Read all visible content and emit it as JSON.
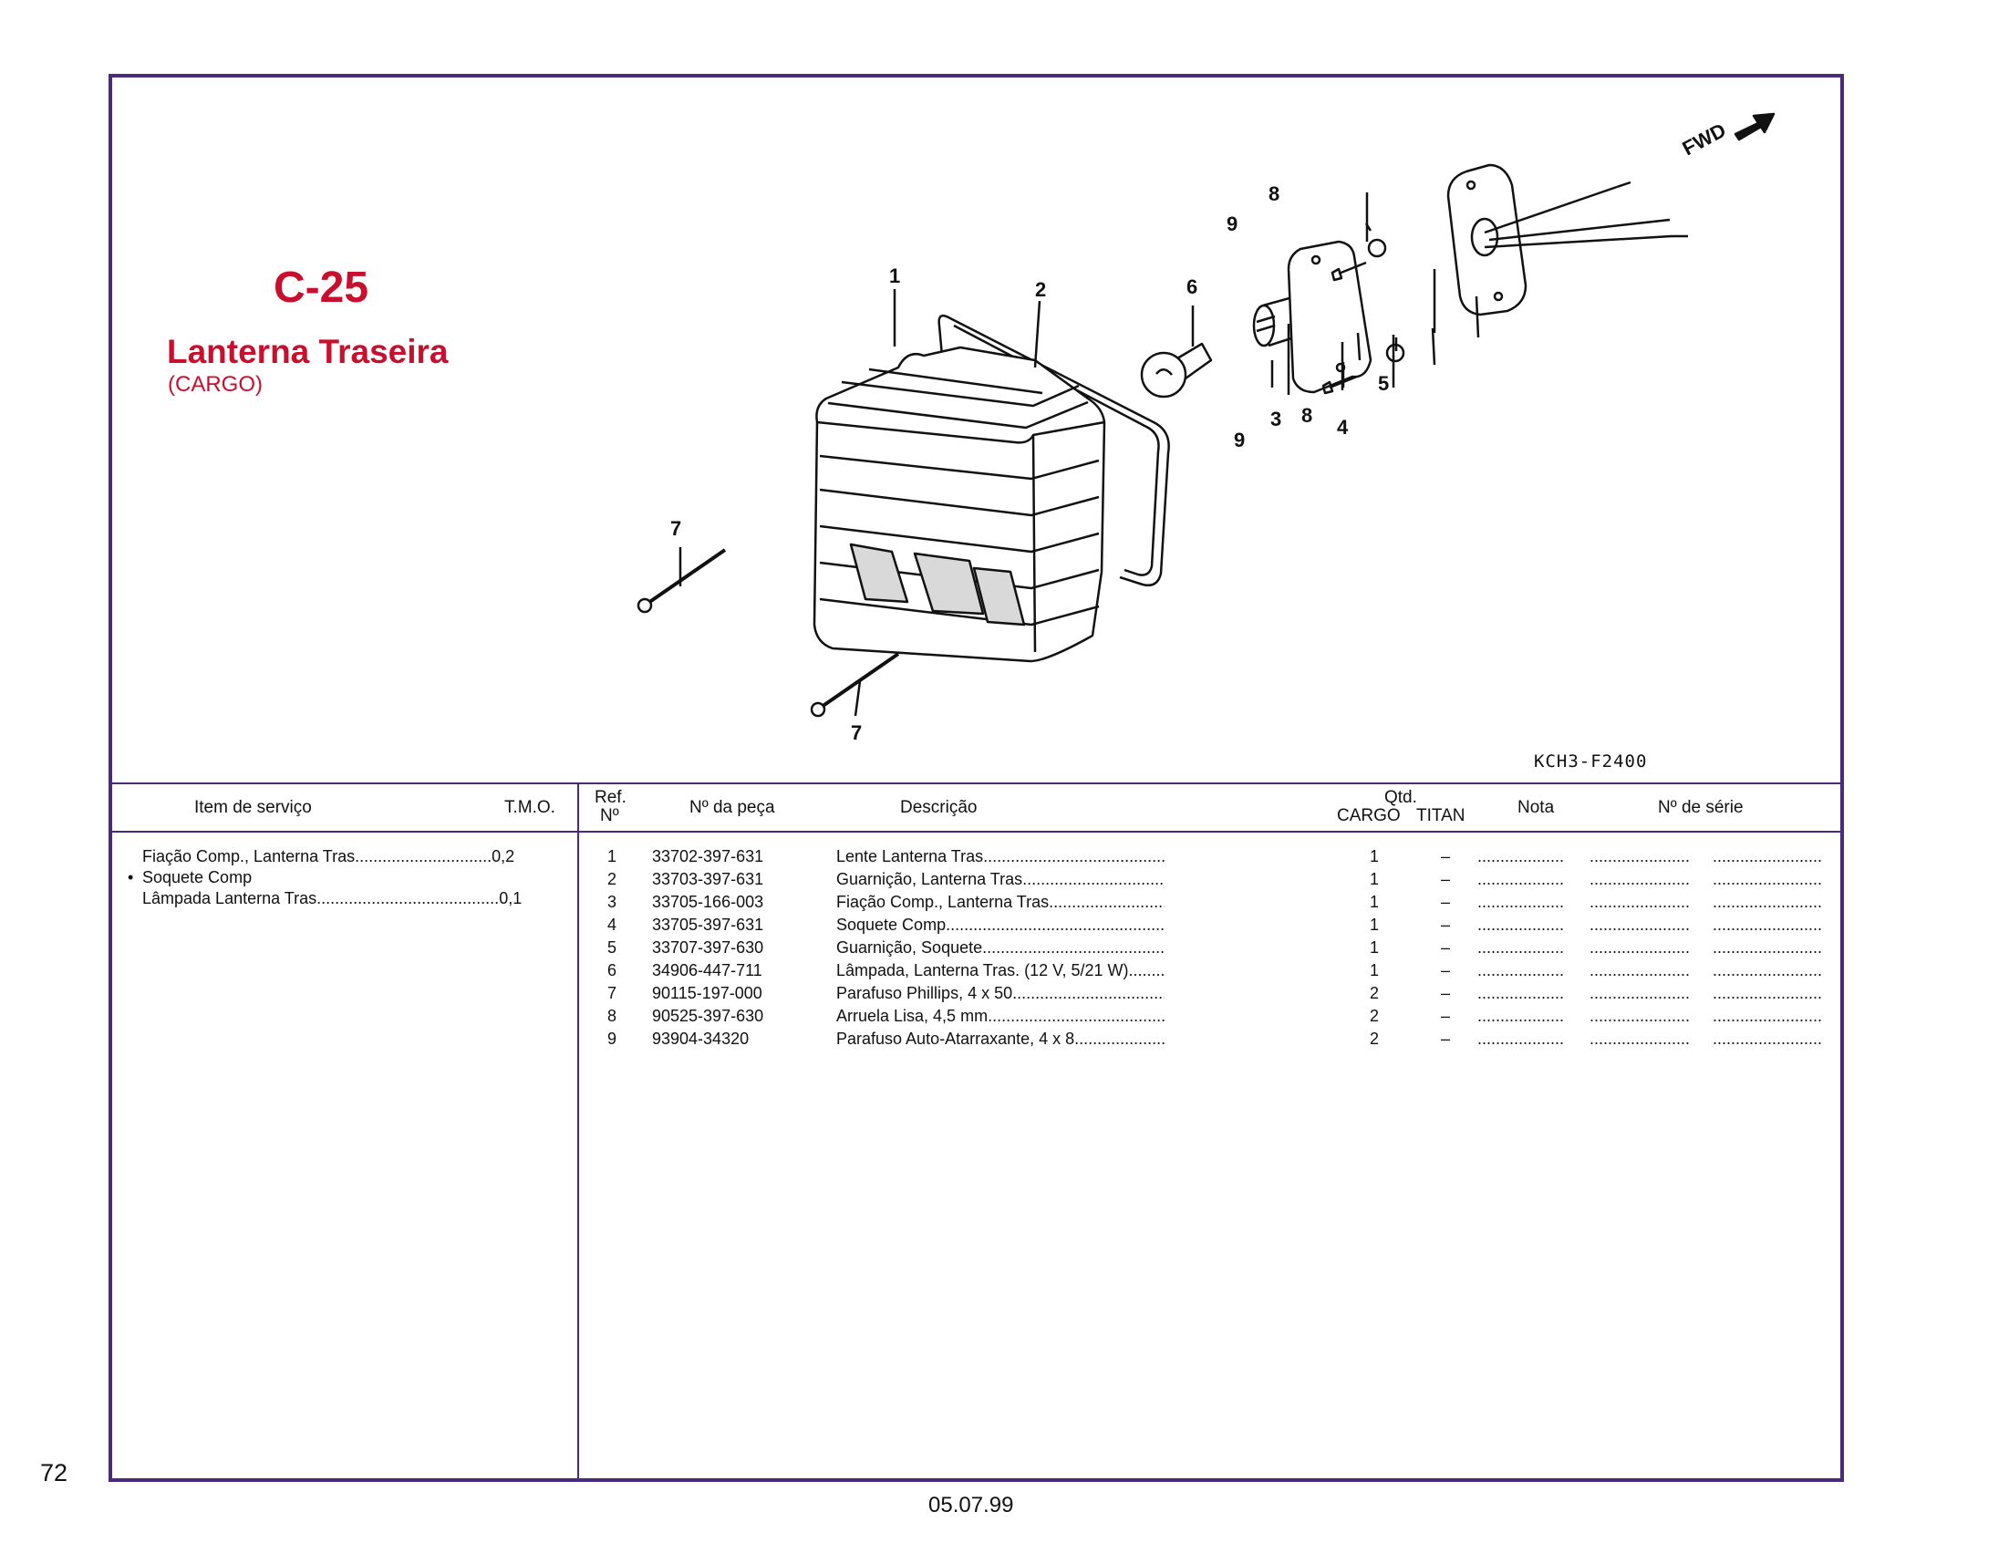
{
  "header": {
    "code": "C-25",
    "title": "Lanterna Traseira",
    "subtitle": "(CARGO)"
  },
  "diagram": {
    "fwd_label": "FWD",
    "drawing_code": "KCH3-F2400",
    "callouts": [
      "1",
      "2",
      "3",
      "4",
      "5",
      "6",
      "7",
      "7",
      "8",
      "8",
      "9",
      "9"
    ]
  },
  "table_header": {
    "service_item": "Item de serviço",
    "tmo": "T.M.O.",
    "ref_line1": "Ref.",
    "ref_line2": "Nº",
    "part_number": "Nº da peça",
    "description": "Descrição",
    "qty": "Qtd.",
    "qty_cargo": "CARGO",
    "qty_titan": "TITAN",
    "note": "Nota",
    "serial": "Nº de série"
  },
  "service_items": [
    {
      "bullet": "",
      "name": "Fiação Comp., Lanterna Tras",
      "dots": "..............................",
      "tmo": "0,2"
    },
    {
      "bullet": "•",
      "name": "Soquete Comp",
      "dots": "",
      "tmo": ""
    },
    {
      "bullet": "",
      "name": "Lâmpada Lanterna Tras",
      "dots": "........................................",
      "tmo": "0,1"
    }
  ],
  "parts": [
    {
      "ref": "1",
      "part": "33702-397-631",
      "desc": "Lente Lanterna Tras",
      "cargo": "1",
      "titan": "–"
    },
    {
      "ref": "2",
      "part": "33703-397-631",
      "desc": "Guarnição, Lanterna Tras",
      "cargo": "1",
      "titan": "–"
    },
    {
      "ref": "3",
      "part": "33705-166-003",
      "desc": "Fiação Comp., Lanterna Tras",
      "cargo": "1",
      "titan": "–"
    },
    {
      "ref": "4",
      "part": "33705-397-631",
      "desc": "Soquete Comp",
      "cargo": "1",
      "titan": "–"
    },
    {
      "ref": "5",
      "part": "33707-397-630",
      "desc": "Guarnição, Soquete",
      "cargo": "1",
      "titan": "–"
    },
    {
      "ref": "6",
      "part": "34906-447-711",
      "desc": "Lâmpada, Lanterna Tras. (12 V, 5/21 W)",
      "cargo": "1",
      "titan": "–"
    },
    {
      "ref": "7",
      "part": "90115-197-000",
      "desc": "Parafuso Phillips, 4 x 50",
      "cargo": "2",
      "titan": "–"
    },
    {
      "ref": "8",
      "part": "90525-397-630",
      "desc": "Arruela Lisa, 4,5 mm",
      "cargo": "2",
      "titan": "–"
    },
    {
      "ref": "9",
      "part": "93904-34320",
      "desc": "Parafuso Auto-Atarraxante, 4 x 8",
      "cargo": "2",
      "titan": "–"
    }
  ],
  "row_fill": {
    "desc_dots": "................................................................................................................",
    "blank_note": "...................",
    "blank_note2": "......................",
    "blank_serial": "........................"
  },
  "footer": {
    "page_number": "72",
    "date": "05.07.99"
  }
}
